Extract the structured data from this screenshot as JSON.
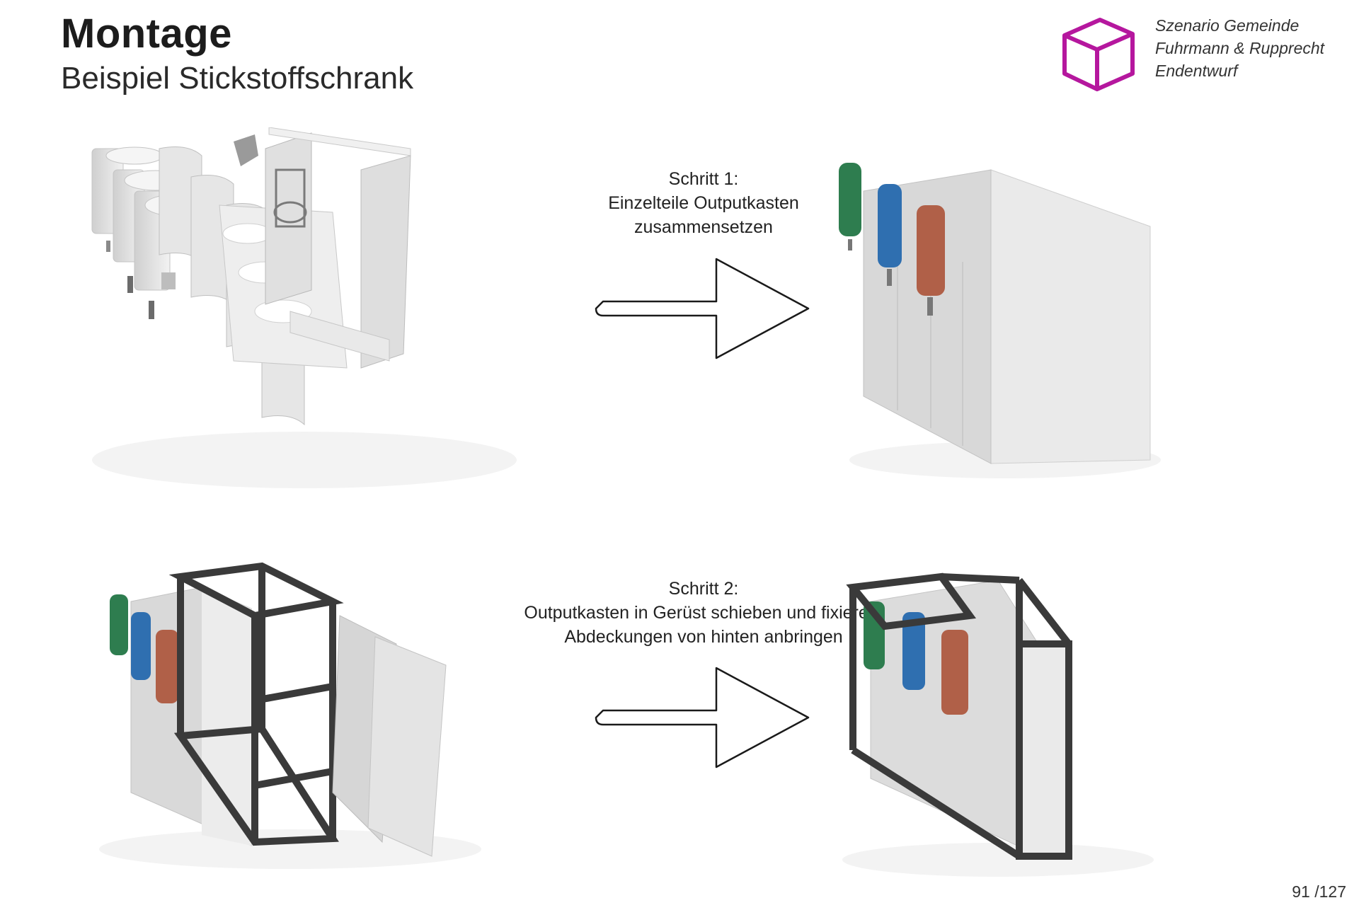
{
  "header": {
    "title": "Montage",
    "subtitle": "Beispiel Stickstoffschrank"
  },
  "project": {
    "line1": "Szenario Gemeinde",
    "line2": "Fuhrmann & Rupprecht",
    "line3": "Endentwurf"
  },
  "steps": [
    {
      "line1": "Schritt 1:",
      "line2": "Einzelteile Outputkasten",
      "line3": "zusammensetzen"
    },
    {
      "line1": "Schritt 2:",
      "line2": "Outputkasten in Gerüst schieben und fixieren.",
      "line3": "Abdeckungen von hinten anbringen"
    }
  ],
  "pagination": {
    "label": "91 /127"
  },
  "colors": {
    "logo_magenta": "#b5179e",
    "canister_green": "#2e7d4f",
    "canister_blue": "#2f6fb0",
    "canister_rust": "#b06048",
    "frame_dark": "#3a3a3a"
  }
}
